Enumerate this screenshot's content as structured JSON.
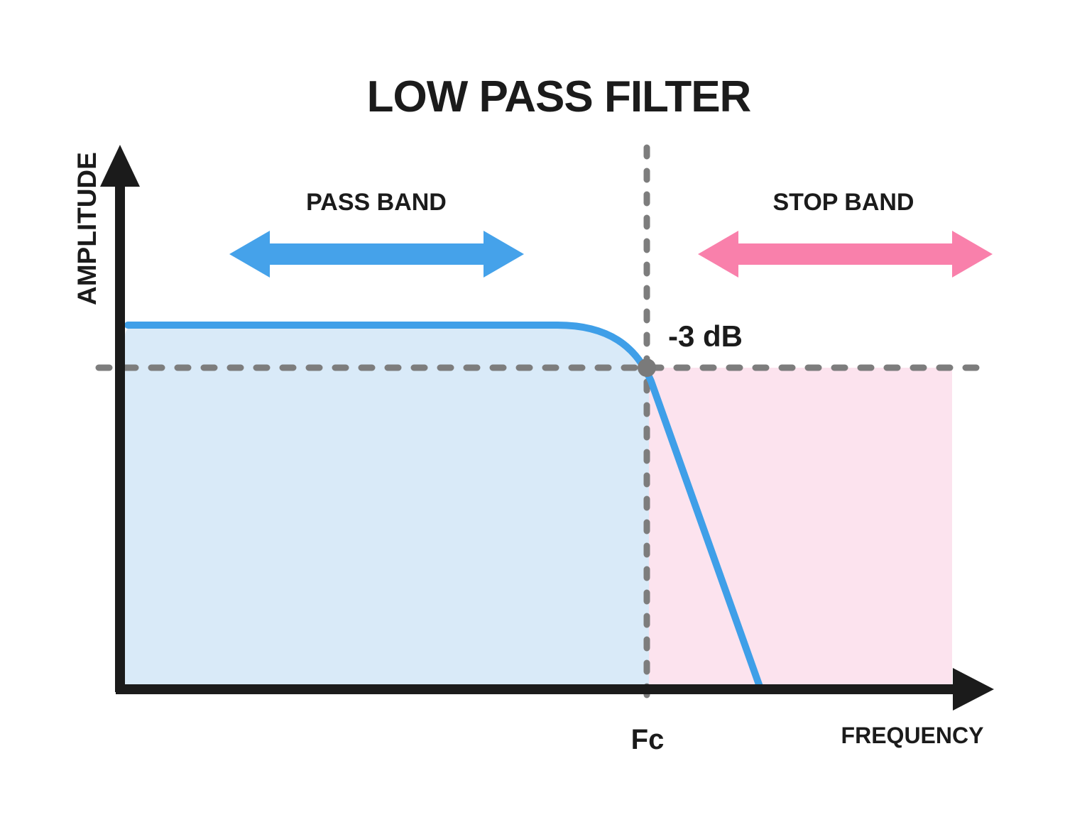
{
  "title": "LOW PASS FILTER",
  "axes": {
    "y_label": "AMPLITUDE",
    "x_label": "FREQUENCY"
  },
  "regions": {
    "pass_band_label": "PASS BAND",
    "stop_band_label": "STOP BAND"
  },
  "markers": {
    "cutoff_label": "Fc",
    "gain_label": "-3 dB"
  },
  "colors": {
    "ink": "#1b1b1b",
    "axis": "#1b1b1b",
    "curve_blue": "#3f9fe8",
    "pass_fill": "#d9eaf8",
    "pass_arrow": "#45a2ea",
    "stop_fill": "#fce3ee",
    "stop_arrow": "#f980ab",
    "dash_gray": "#7d7d7d",
    "dot_gray": "#7a7a7a",
    "background": "#ffffff"
  }
}
